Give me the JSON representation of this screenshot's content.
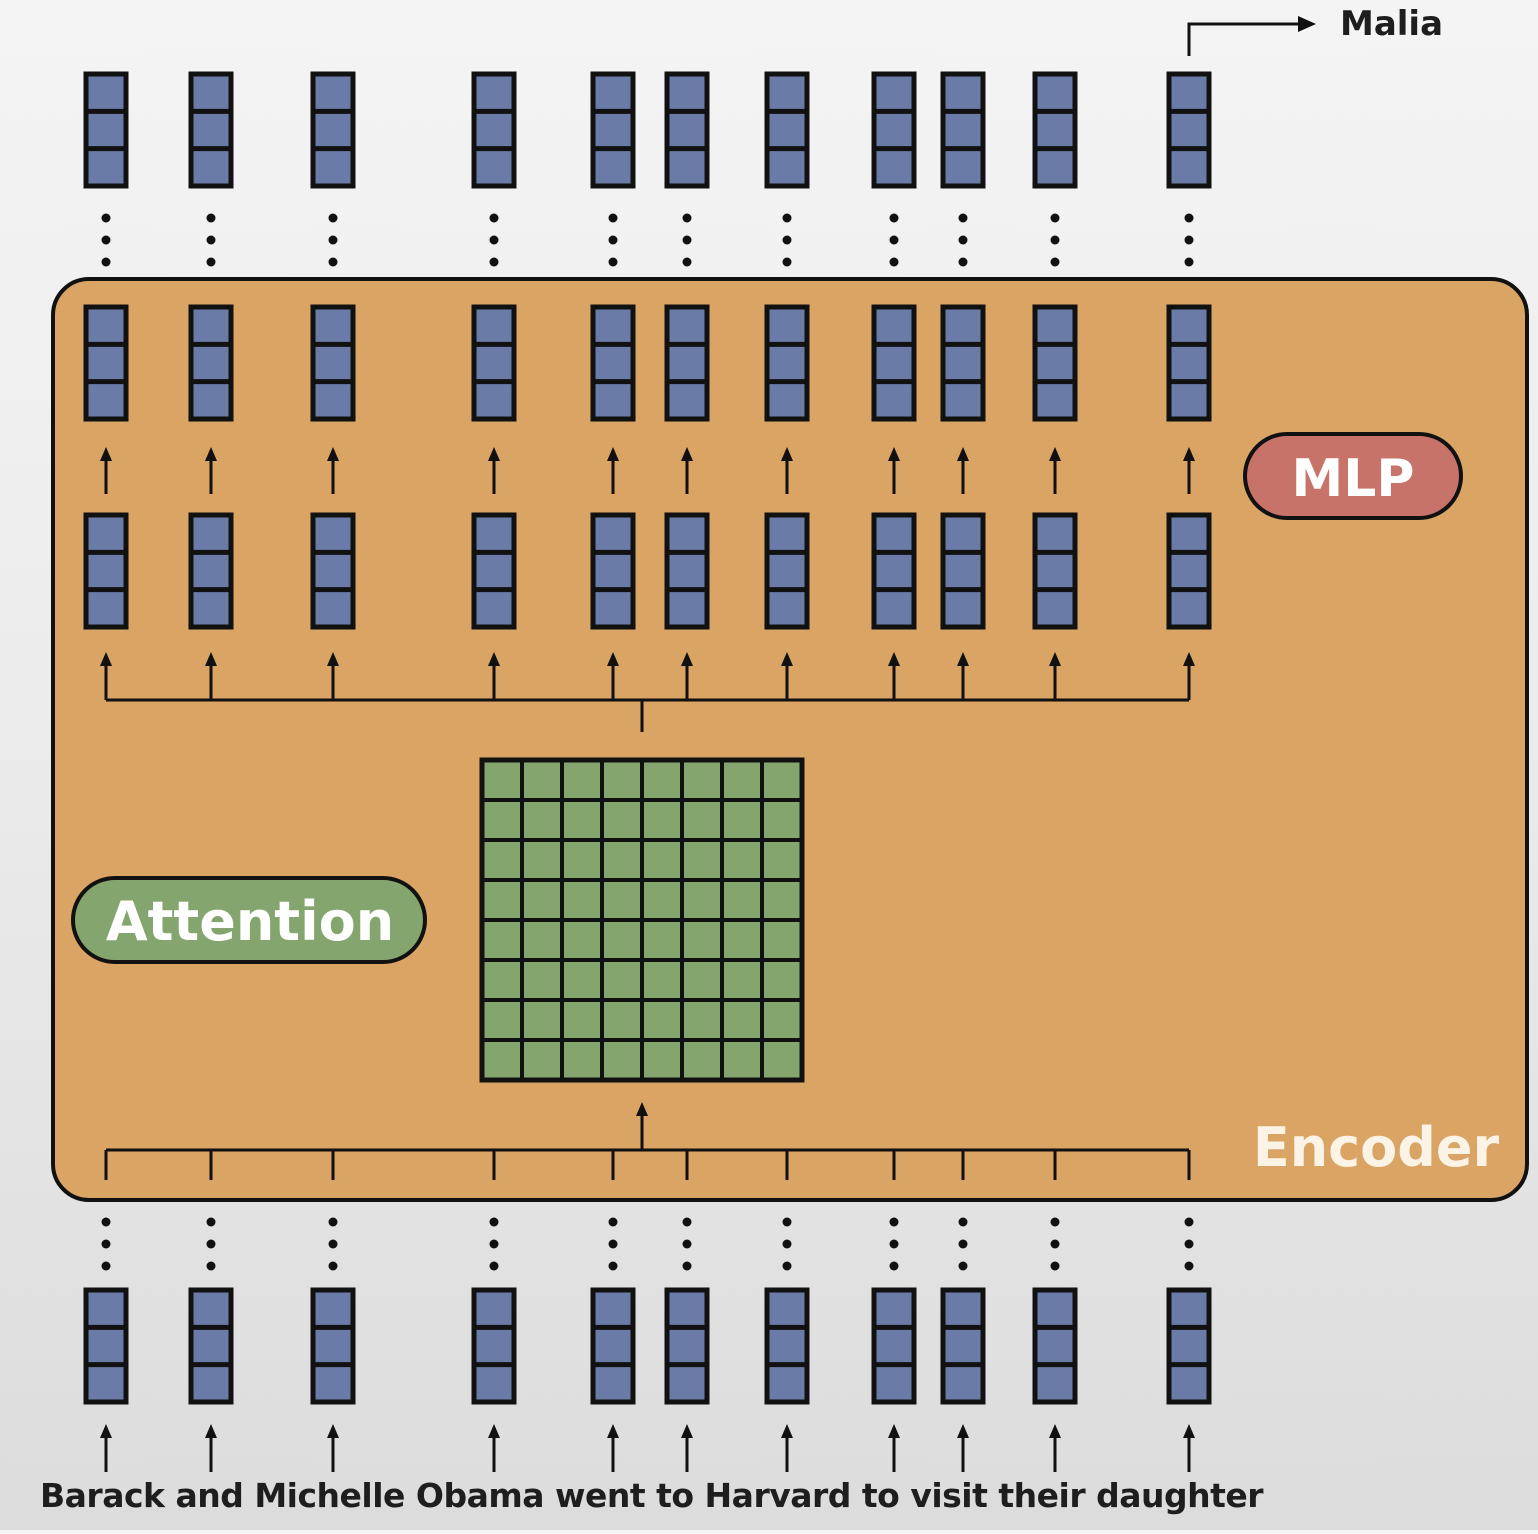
{
  "output_label": "Malia",
  "block_labels": {
    "encoder": "Encoder",
    "mlp": "MLP",
    "attention": "Attention"
  },
  "sentence": "Barack and Michelle Obama went to Harvard to visit their daughter",
  "token_count": 11,
  "attention_grid": {
    "rows": 8,
    "cols": 8
  },
  "colors": {
    "encoder_fill": "#d9a464",
    "vector_fill": "#6a7ba8",
    "attention_fill": "#84a66e",
    "mlp_fill": "#c7736a",
    "outline": "#111111"
  }
}
